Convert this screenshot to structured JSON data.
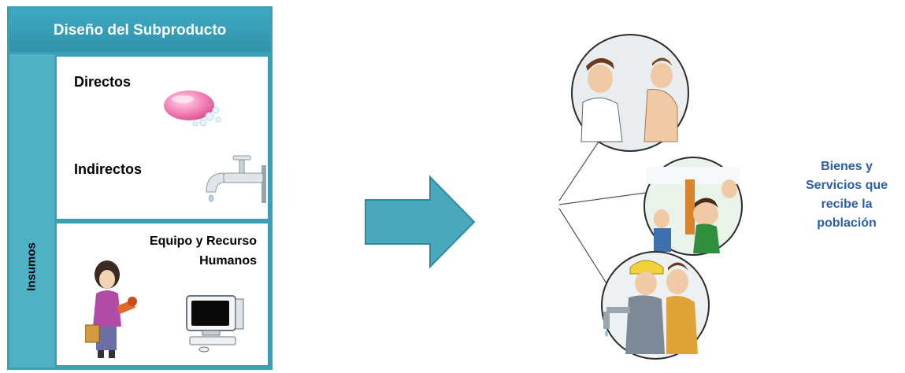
{
  "header": {
    "title": "Diseño del Subproducto"
  },
  "sidebar": {
    "label": "Insumos"
  },
  "inputs": {
    "direct_label": "Directos",
    "indirect_label": "Indirectos"
  },
  "staff": {
    "line1": "Equipo y Recurso",
    "line2": "Humanos"
  },
  "output": {
    "line1": "Bienes y",
    "line2": "Servicios que",
    "line3": "recibe la",
    "line4": "población"
  },
  "colors": {
    "accent": "#3b9fb6",
    "header_bg": "#3fa9c2",
    "strip_bg": "#4fb0c6",
    "arrow": "#4aa8bd",
    "output_text": "#2c5fa3"
  },
  "icons": [
    "soap-icon",
    "faucet-icon",
    "woman-with-bag-icon",
    "computer-icon",
    "arrow-right-icon",
    "doctor-scene-icon",
    "children-scene-icon",
    "worker-scene-icon"
  ]
}
